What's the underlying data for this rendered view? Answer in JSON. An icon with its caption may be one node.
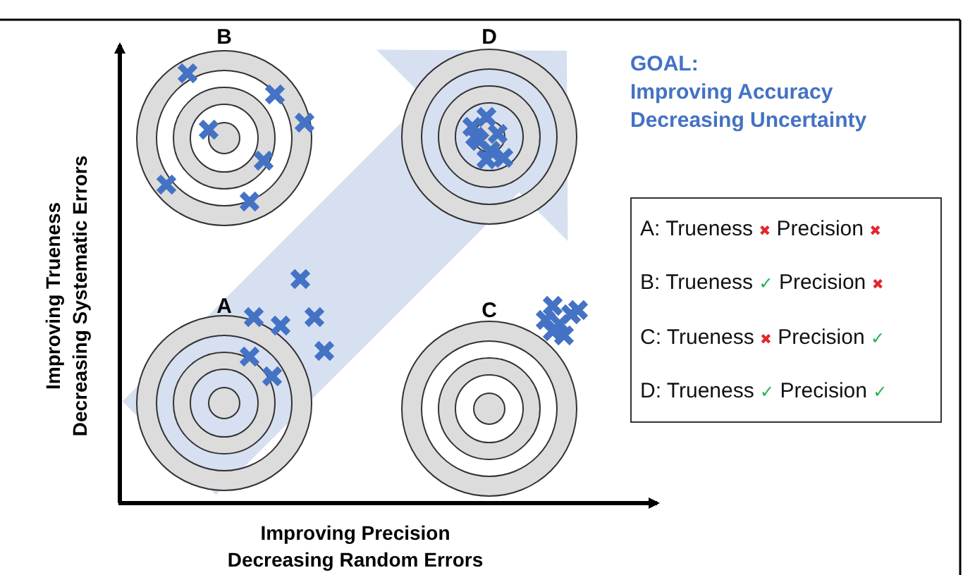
{
  "diagram": {
    "nodes": [
      {
        "text": [
          "B"
        ]
      },
      {
        "text": [
          "D"
        ]
      },
      {
        "text": [
          "A"
        ]
      },
      {
        "text": [
          "C"
        ]
      },
      {
        "text": [
          "A: Trueness ✖ Precision ✖",
          "B: Trueness ✓ Precision ✖",
          "C: Trueness ✖ Precision ✓",
          "D: Trueness ✓ Precision ✓"
        ]
      }
    ],
    "edges": [
      {
        "from": 2,
        "to": 1,
        "arrow": "to"
      }
    ],
    "labels": [
      "GOAL:",
      "Improving Accuracy",
      "Decreasing Uncertainty",
      "Improving Trueness",
      "Decreasing Systematic Errors",
      "Improving Precision",
      "Decreasing Random Errors"
    ]
  }
}
